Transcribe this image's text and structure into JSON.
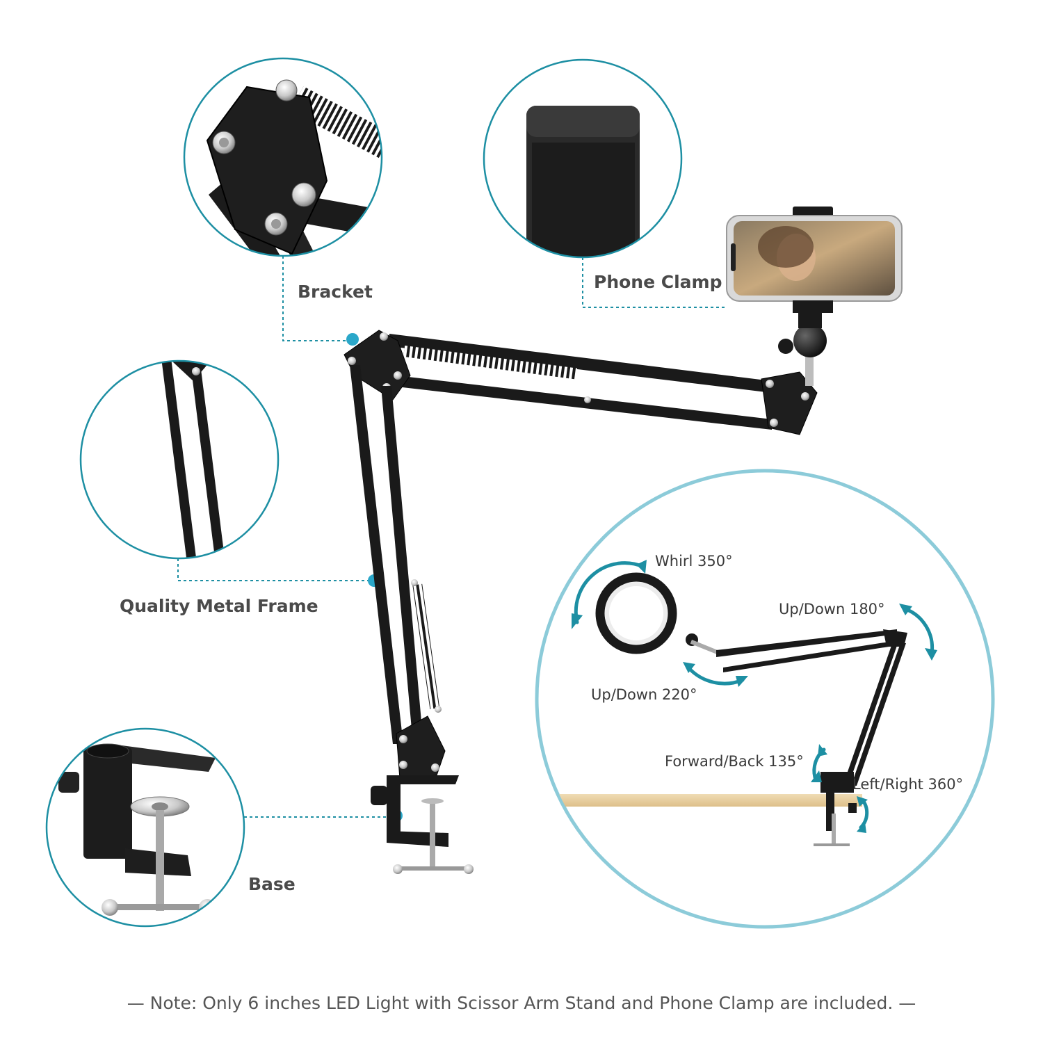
{
  "callouts": {
    "bracket": "Bracket",
    "phone_clamp": "Phone Clamp",
    "frame": "Quality Metal Frame",
    "base": "Base"
  },
  "angles": {
    "whirl": "Whirl 350°",
    "updown_arm": "Up/Down 180°",
    "updown_head": "Up/Down 220°",
    "forward_back": "Forward/Back 135°",
    "left_right": "Left/Right 360°"
  },
  "note": "— Note: Only 6 inches LED Light with Scissor Arm Stand and Phone Clamp are included. —",
  "colors": {
    "accent": "#1d8fa3",
    "dot": "#2aa7c9",
    "ring": "#8ccbd9",
    "metal": "#1a1a1a",
    "desk": "#e8cf9f"
  }
}
